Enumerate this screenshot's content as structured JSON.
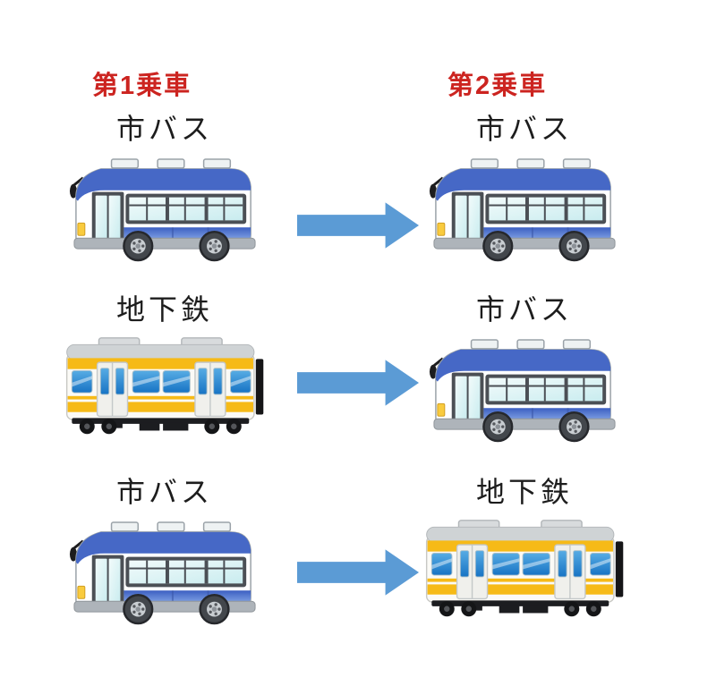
{
  "headers": {
    "first": "第1乗車",
    "second": "第2乗車"
  },
  "rows": [
    {
      "first": {
        "label": "市バス",
        "vehicle": "city-bus"
      },
      "second": {
        "label": "市バス",
        "vehicle": "city-bus"
      }
    },
    {
      "first": {
        "label": "地下鉄",
        "vehicle": "subway-train"
      },
      "second": {
        "label": "市バス",
        "vehicle": "city-bus"
      }
    },
    {
      "first": {
        "label": "市バス",
        "vehicle": "city-bus"
      },
      "second": {
        "label": "地下鉄",
        "vehicle": "subway-train"
      }
    }
  ],
  "icons": {
    "city-bus": "city-bus-icon",
    "subway-train": "subway-train-icon",
    "arrow": "right-arrow-icon"
  },
  "colors": {
    "background": "#ffffff",
    "header_red": "#cc2420",
    "label_black": "#1d1d1d",
    "arrow_blue": "#5b9bd5",
    "bus_blue": "#4668c6",
    "bus_window_glass": "#d9f2f3",
    "bus_window_frame": "#4b4f55",
    "train_yellow": "#f6ba17",
    "train_window_blue": "#2b86d2",
    "train_roof_gray": "#cfd3d5"
  }
}
